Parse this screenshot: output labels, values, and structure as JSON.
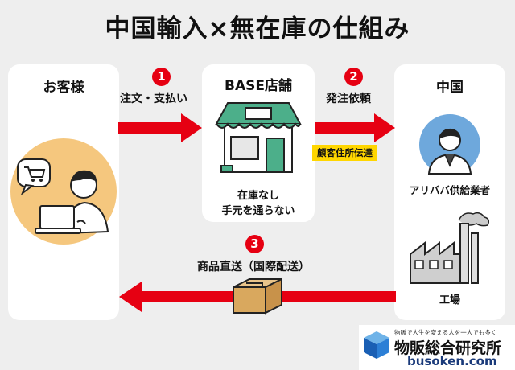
{
  "title": "中国輸入×無在庫の仕組み",
  "customer": {
    "title": "お客様"
  },
  "shop": {
    "title": "BASE店舗",
    "note_line1": "在庫なし",
    "note_line2": "手元を通らない"
  },
  "china": {
    "title": "中国",
    "seller_label": "アリババ供給業者",
    "factory_label": "工場"
  },
  "steps": [
    {
      "number": "1",
      "label": "注文・支払い"
    },
    {
      "number": "2",
      "label": "発注依頼",
      "tag": "顧客住所伝達"
    },
    {
      "number": "3",
      "label": "商品直送（国際配送）"
    }
  ],
  "logo": {
    "tagline": "物販で人生を変える人を一人でも多く",
    "name": "物販総合研究所",
    "url": "busoken.com"
  },
  "colors": {
    "accent_red": "#e60012",
    "tag_yellow": "#ffd600",
    "awning_green": "#4caf8a",
    "person_circle": "#f5c77e"
  }
}
